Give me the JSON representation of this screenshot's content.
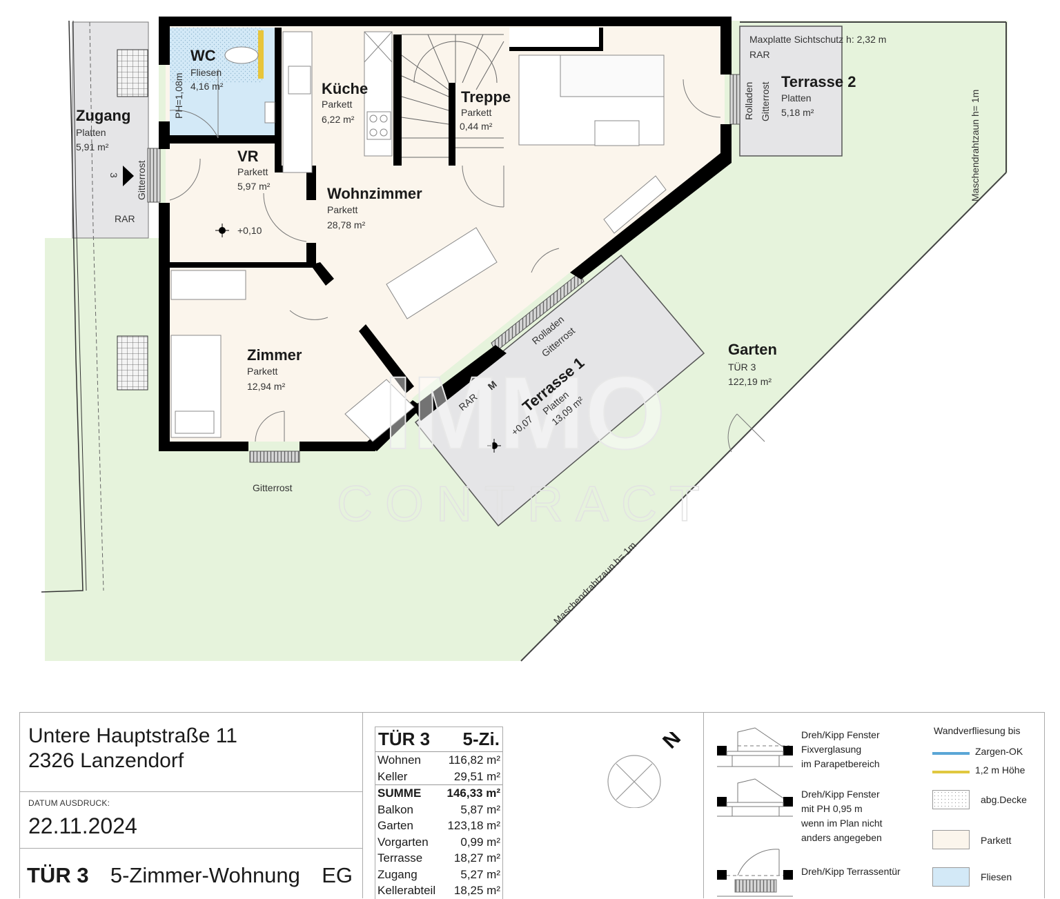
{
  "plan": {
    "rooms": [
      {
        "id": "wc",
        "name": "WC",
        "floor": "Fliesen",
        "area": "4,16 m²"
      },
      {
        "id": "kueche",
        "name": "Küche",
        "floor": "Parkett",
        "area": "6,22 m²"
      },
      {
        "id": "treppe",
        "name": "Treppe",
        "floor": "Parkett",
        "area": "0,44 m²"
      },
      {
        "id": "vr",
        "name": "VR",
        "floor": "Parkett",
        "area": "5,97 m²"
      },
      {
        "id": "wohnzimmer",
        "name": "Wohnzimmer",
        "floor": "Parkett",
        "area": "28,78 m²"
      },
      {
        "id": "zimmer",
        "name": "Zimmer",
        "floor": "Parkett",
        "area": "12,94 m²"
      },
      {
        "id": "zugang",
        "name": "Zugang",
        "floor": "Platten",
        "area": "5,91 m²"
      },
      {
        "id": "terrasse2",
        "name": "Terrasse 2",
        "floor": "Platten",
        "area": "5,18 m²"
      },
      {
        "id": "terrasse1",
        "name": "Terrasse 1",
        "floor": "Platten",
        "area": "13,09 m²"
      },
      {
        "id": "garten",
        "name": "Garten",
        "floor": "TÜR 3",
        "area": "122,19 m²"
      }
    ],
    "annotations": {
      "wc_parapet": "PH=1,08m",
      "vr_level": "+0,10",
      "terrasse1_level": "+0,07",
      "zugang_rar": "RAR",
      "zugang_gitterrost": "Gitterrost",
      "zugang_arrow_label": "3",
      "zimmer_gitterrost": "Gitterrost",
      "t2_maxplatte": "Maxplatte Sichtschutz h: 2,32 m",
      "t2_rar": "RAR",
      "t2_rolladen": "Rolladen",
      "t2_gitterrost": "Gitterrost",
      "t1_rolladen": "Rolladen",
      "t1_gitterrost": "Gitterrost",
      "t1_rar": "RAR",
      "t1_m": "M",
      "fence_right": "Maschendrahtzaun h= 1m",
      "fence_diag": "Maschendrahtzaun h= 1m"
    },
    "watermark": {
      "line1": "IMMO",
      "line2": "CONTRACT"
    },
    "colors": {
      "parkett": "#fbf5ec",
      "fliesen": "#d3e9f7",
      "garden": "#e6f3dc",
      "paving": "#e5e5e7",
      "wall": "#000000",
      "tile_accent": "#e8c53a"
    }
  },
  "titleblock": {
    "address_line1": "Untere Hauptstraße 11",
    "address_line2": "2326 Lanzendorf",
    "datum_label": "DATUM AUSDRUCK:",
    "datum_value": "22.11.2024",
    "unit_door": "TÜR 3",
    "unit_type": "5-Zimmer-Wohnung",
    "unit_floor": "EG",
    "areas": {
      "head_left": "TÜR 3",
      "head_right": "5-Zi.",
      "rows": [
        {
          "label": "Wohnen",
          "value": "116,82 m²"
        },
        {
          "label": "Keller",
          "value": "29,51 m²"
        },
        {
          "label": "SUMME",
          "value": "146,33 m²",
          "bold": true
        },
        {
          "label": "Balkon",
          "value": "5,87 m²"
        },
        {
          "label": "Garten",
          "value": "123,18 m²"
        },
        {
          "label": "Vorgarten",
          "value": "0,99 m²"
        },
        {
          "label": "Terrasse",
          "value": "18,27 m²"
        },
        {
          "label": "Zugang",
          "value": "5,27 m²"
        },
        {
          "label": "Kellerabteil",
          "value": "18,25 m²"
        }
      ]
    },
    "north_label": "N",
    "legend": {
      "window1": [
        "Dreh/Kipp Fenster",
        "Fixverglasung",
        "im Parapetbereich"
      ],
      "window2": [
        "Dreh/Kipp Fenster",
        "mit PH 0,95 m",
        "wenn im Plan nicht",
        "anders angegeben"
      ],
      "door": [
        "Dreh/Kipp Terrassentür"
      ],
      "wall_tiling_title": "Wandverfliesung bis",
      "wall_tiling": [
        {
          "label": "Zargen-OK",
          "color": "#5aa6d6"
        },
        {
          "label": "1,2 m Höhe",
          "color": "#e0c840"
        }
      ],
      "materials": [
        {
          "label": "abg.Decke",
          "color": "#ffffff",
          "pattern": "dots"
        },
        {
          "label": "Parkett",
          "color": "#fbf5ec"
        },
        {
          "label": "Fliesen",
          "color": "#d3e9f7"
        }
      ]
    }
  }
}
